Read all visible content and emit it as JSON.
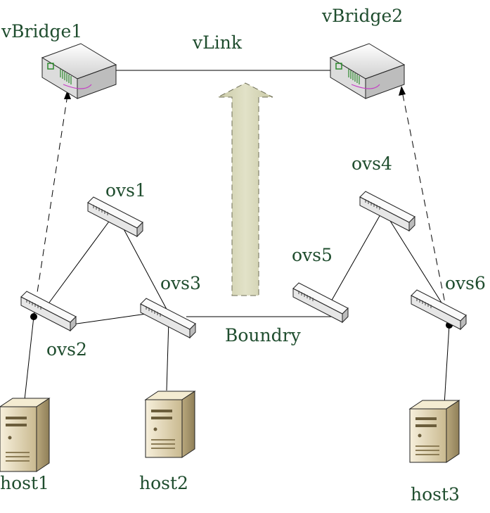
{
  "nodes": {
    "vbridge1": "vBridge1",
    "vbridge2": "vBridge2",
    "ovs1": "ovs1",
    "ovs2": "ovs2",
    "ovs3": "ovs3",
    "ovs4": "ovs4",
    "ovs5": "ovs5",
    "ovs6": "ovs6",
    "host1": "host1",
    "host2": "host2",
    "host3": "host3"
  },
  "links": {
    "vlink": "vLink",
    "boundary": "Boundry"
  },
  "colors": {
    "label_text": "#1f4d2e",
    "arrow_fill": "#d6d6b8",
    "device_face": "#f2f2f2",
    "host_face": "#e8dfc4"
  }
}
